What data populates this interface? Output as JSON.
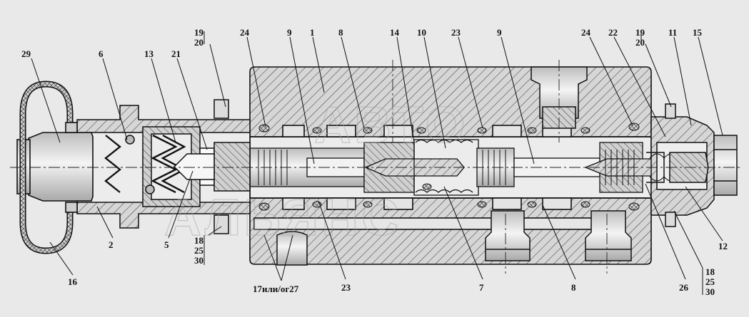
{
  "watermark": {
    "line1": "АВТО",
    "line2": "АЛЬЯНС"
  },
  "callouts": [
    {
      "id": "c29",
      "text": "29"
    },
    {
      "id": "c6",
      "text": "6"
    },
    {
      "id": "c13",
      "text": "13"
    },
    {
      "id": "c21",
      "text": "21"
    },
    {
      "id": "c19a",
      "text": "19"
    },
    {
      "id": "c20a",
      "text": "20"
    },
    {
      "id": "c24a",
      "text": "24"
    },
    {
      "id": "c9a",
      "text": "9"
    },
    {
      "id": "c1",
      "text": "1"
    },
    {
      "id": "c8a",
      "text": "8"
    },
    {
      "id": "c14",
      "text": "14"
    },
    {
      "id": "c10",
      "text": "10"
    },
    {
      "id": "c23a",
      "text": "23"
    },
    {
      "id": "c9b",
      "text": "9"
    },
    {
      "id": "c24b",
      "text": "24"
    },
    {
      "id": "c22",
      "text": "22"
    },
    {
      "id": "c19b",
      "text": "19"
    },
    {
      "id": "c20b",
      "text": "20"
    },
    {
      "id": "c11",
      "text": "11"
    },
    {
      "id": "c15",
      "text": "15"
    },
    {
      "id": "c2",
      "text": "2"
    },
    {
      "id": "c16",
      "text": "16"
    },
    {
      "id": "c5",
      "text": "5"
    },
    {
      "id": "c18a",
      "text": "18"
    },
    {
      "id": "c25a",
      "text": "25"
    },
    {
      "id": "c30a",
      "text": "30"
    },
    {
      "id": "c17",
      "text": "17или/ог27"
    },
    {
      "id": "c23b",
      "text": "23"
    },
    {
      "id": "c7",
      "text": "7"
    },
    {
      "id": "c8b",
      "text": "8"
    },
    {
      "id": "c26",
      "text": "26"
    },
    {
      "id": "c12",
      "text": "12"
    },
    {
      "id": "c18b",
      "text": "18"
    },
    {
      "id": "c25b",
      "text": "25"
    },
    {
      "id": "c30b",
      "text": "30"
    }
  ]
}
